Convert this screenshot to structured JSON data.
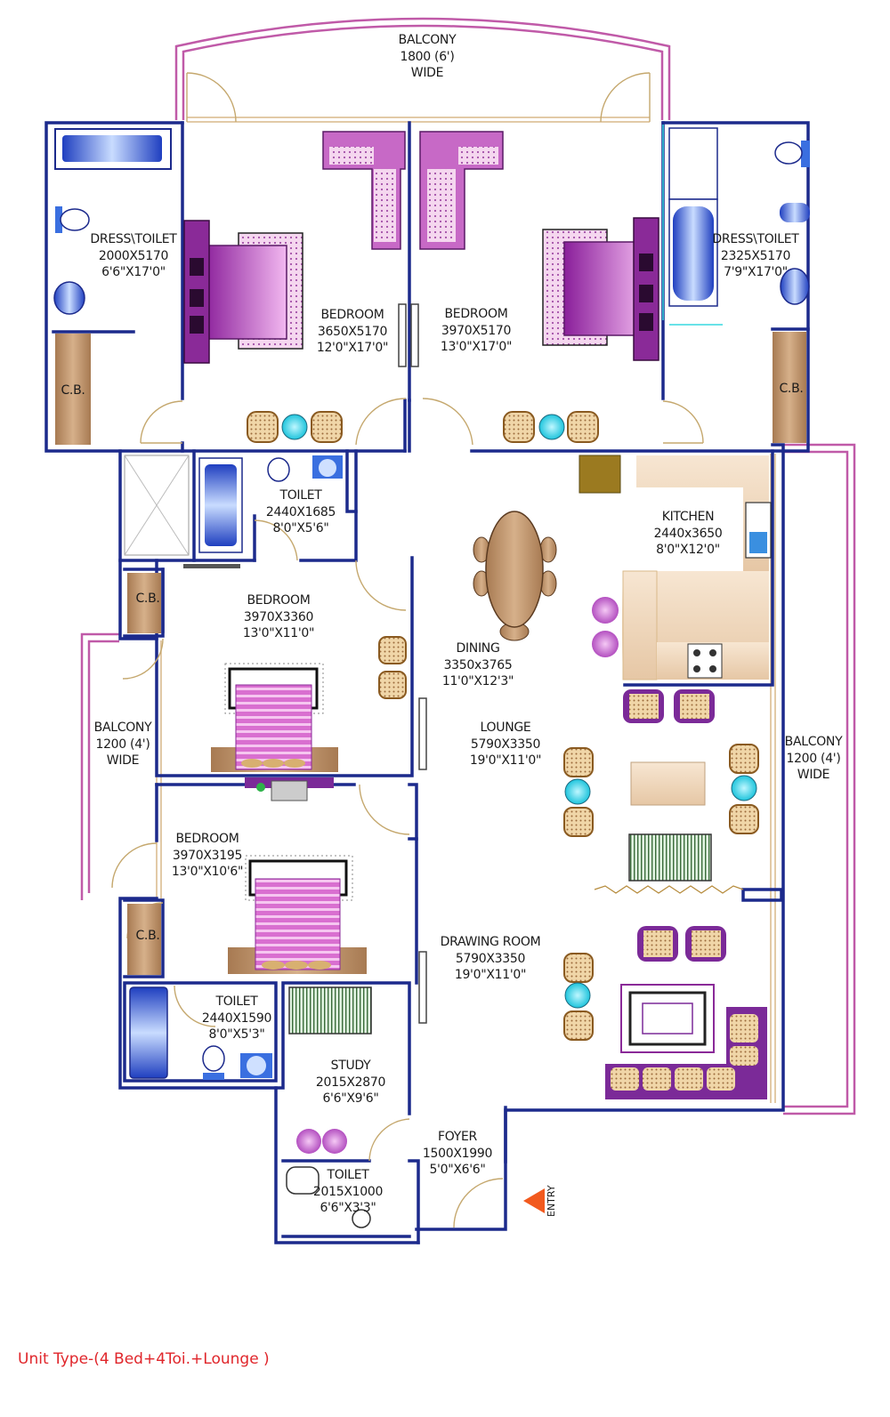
{
  "title": "Unit Type-(4 Bed+4Toi.+Lounge )",
  "entry_label": "ENTRY",
  "rooms": {
    "balcony_top": [
      "BALCONY",
      "1800 (6')",
      "WIDE"
    ],
    "dress_toilet_left": [
      "DRESS\\TOILET",
      "2000X5170",
      "6'6\"X17'0\""
    ],
    "bedroom_1": [
      "BEDROOM",
      "3650X5170",
      "12'0\"X17'0\""
    ],
    "bedroom_2": [
      "BEDROOM",
      "3970X5170",
      "13'0\"X17'0\""
    ],
    "dress_toilet_right": [
      "DRESS\\TOILET",
      "2325X5170",
      "7'9\"X17'0\""
    ],
    "cb_1": [
      "C.B."
    ],
    "cb_2": [
      "C.B."
    ],
    "toilet_1": [
      "TOILET",
      "2440X1685",
      "8'0\"X5'6\""
    ],
    "kitchen": [
      "KITCHEN",
      "2440x3650",
      "8'0\"X12'0\""
    ],
    "dining": [
      "DINING",
      "3350x3765",
      "11'0\"X12'3\""
    ],
    "cb_3": [
      "C.B."
    ],
    "bedroom_3": [
      "BEDROOM",
      "3970X3360",
      "13'0\"X11'0\""
    ],
    "balcony_left": [
      "BALCONY",
      "1200 (4')",
      "WIDE"
    ],
    "lounge": [
      "LOUNGE",
      "5790X3350",
      "19'0\"X11'0\""
    ],
    "balcony_right": [
      "BALCONY",
      "1200 (4')",
      "WIDE"
    ],
    "bedroom_4": [
      "BEDROOM",
      "3970X3195",
      "13'0\"X10'6\""
    ],
    "cb_4": [
      "C.B."
    ],
    "drawing_room": [
      "DRAWING ROOM",
      "5790X3350",
      "19'0\"X11'0\""
    ],
    "toilet_2": [
      "TOILET",
      "2440X1590",
      "8'0\"X5'3\""
    ],
    "study": [
      "STUDY",
      "2015X2870",
      "6'6\"X9'6\""
    ],
    "foyer": [
      "FOYER",
      "1500X1990",
      "5'0\"X6'6\""
    ],
    "toilet_3": [
      "TOILET",
      "2015X1000",
      "6'6\"X3'3\""
    ]
  },
  "colors": {
    "wall": "#1c2a8c",
    "balcony_rail": "#c05aa8",
    "window": "#d9b98a",
    "wood": "#c9a278",
    "bed_purple": "#b44ec0",
    "chair": "#d9b07a",
    "pouf_cyan": "#35d4e8",
    "bath_blue": "#3a6fe0",
    "title_red": "#e0262b",
    "entry_arrow": "#f25a1e"
  }
}
